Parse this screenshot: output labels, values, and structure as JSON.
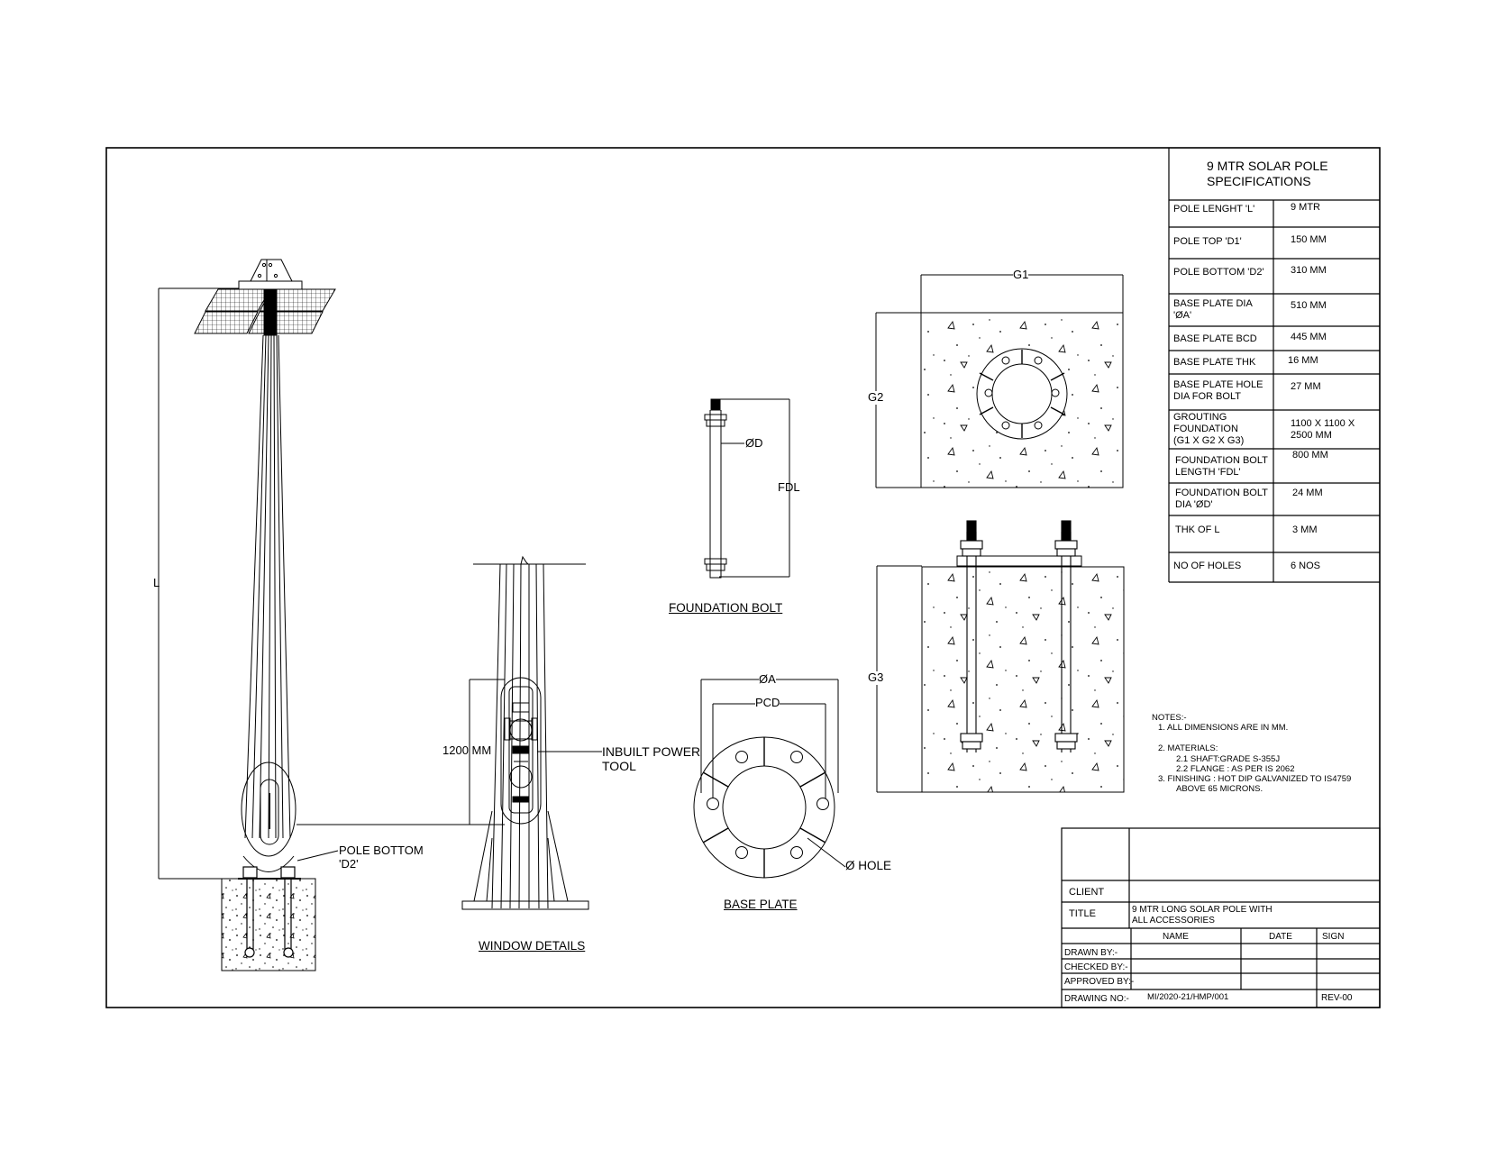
{
  "drawing_labels": {
    "dim_L": "L",
    "pole_bottom": "POLE BOTTOM\n'D2'",
    "dim_1200": "1200 MM",
    "inbuilt_tool": "INBUILT POWER\nTOOL",
    "window_details": "WINDOW DETAILS",
    "dim_D": "ØD",
    "dim_FDL": "FDL",
    "foundation_bolt": "FOUNDATION BOLT",
    "dim_A": "ØA",
    "dim_PCD": "PCD",
    "hole": "Ø HOLE",
    "base_plate": "BASE PLATE",
    "dim_G1": "G1",
    "dim_G2": "G2",
    "dim_G3": "G3"
  },
  "specs": {
    "title": "9 MTR SOLAR POLE\nSPECIFICATIONS",
    "rows": [
      {
        "label": "POLE LENGHT 'L'",
        "value": "9 MTR"
      },
      {
        "label": "POLE TOP 'D1'",
        "value": "150 MM"
      },
      {
        "label": "POLE BOTTOM 'D2'",
        "value": "310 MM"
      },
      {
        "label": "BASE PLATE DIA\n'ØA'",
        "value": "510 MM"
      },
      {
        "label": "BASE PLATE BCD",
        "value": "445 MM"
      },
      {
        "label": "BASE PLATE THK",
        "value": "16 MM"
      },
      {
        "label": "BASE PLATE  HOLE\nDIA FOR BOLT",
        "value": "27 MM"
      },
      {
        "label": "GROUTING\nFOUNDATION\n(G1 X G2 X G3)",
        "value": "1100 X 1100 X\n2500 MM"
      },
      {
        "label": "FOUNDATION BOLT\nLENGTH 'FDL'",
        "value": "800 MM"
      },
      {
        "label": "FOUNDATION BOLT\nDIA 'ØD'",
        "value": "24 MM"
      },
      {
        "label": "THK OF L",
        "value": "3 MM"
      },
      {
        "label": "NO OF HOLES",
        "value": "6 NOS"
      }
    ]
  },
  "notes": {
    "heading": "NOTES:-",
    "n1": "1.    ALL DIMENSIONS ARE IN MM.",
    "n2": "2.    MATERIALS:",
    "n2a": "2.1 SHAFT:GRADE S-355J",
    "n2b": "2.2 FLANGE : AS PER IS 2062",
    "n3": "3.    FINISHING : HOT DIP GALVANIZED TO IS4759",
    "n3b": "ABOVE 65 MICRONS."
  },
  "title_block": {
    "client_label": "CLIENT",
    "title_label": "TITLE",
    "title_value": "9 MTR LONG SOLAR POLE WITH\nALL ACCESSORIES",
    "col_name": "NAME",
    "col_date": "DATE",
    "col_sign": "SIGN",
    "drawn_by": "DRAWN BY:-",
    "checked_by": "CHECKED BY:-",
    "approved_by": "APPROVED BY:-",
    "drawing_no_label": "DRAWING NO:-",
    "drawing_no": "MI/2020-21/HMP/001",
    "rev": "REV-00"
  }
}
